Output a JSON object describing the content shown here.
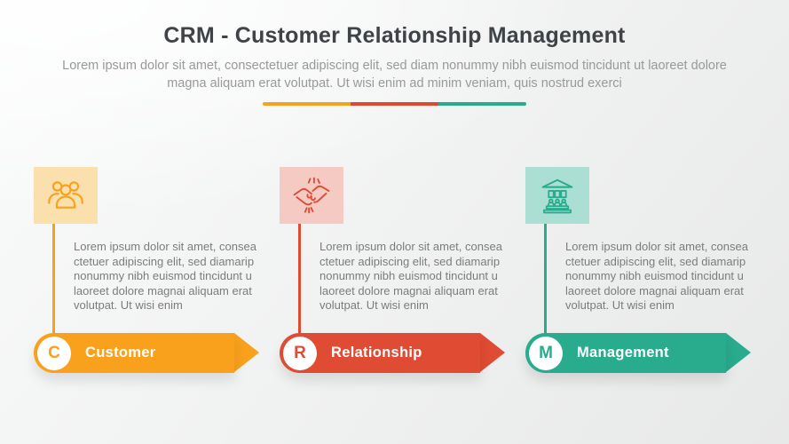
{
  "slide": {
    "title": "CRM - Customer Relationship Management",
    "subtitle": "Lorem ipsum dolor sit amet, consectetuer adipiscing elit, sed diam nonummy nibh euismod tincidunt ut laoreet dolore magna aliquam erat volutpat. Ut wisi enim ad minim veniam, quis nostrud exerci",
    "divider_colors": [
      "#F5A31C",
      "#E0492F",
      "#2BAB8E"
    ]
  },
  "columns": [
    {
      "id": "customer",
      "icon": "people-group-icon",
      "description": "Lorem ipsum dolor sit amet, consea ctetuer adipiscing elit, sed diamarip nonummy nibh euismod tincidunt u laoreet dolore magnai aliquam erat volutpat. Ut wisi enim",
      "badge_letter": "C",
      "label": "Customer",
      "accent_color": "#F9A11C",
      "tint_color": "#FAE0AD"
    },
    {
      "id": "relationship",
      "icon": "handshake-icon",
      "description": "Lorem ipsum dolor sit amet, consea ctetuer adipiscing elit, sed diamarip nonummy nibh euismod tincidunt u laoreet dolore magnai aliquam erat volutpat. Ut wisi enim",
      "badge_letter": "R",
      "label": "Relationship",
      "accent_color": "#E04B33",
      "tint_color": "#F4CAC3"
    },
    {
      "id": "management",
      "icon": "institution-building-icon",
      "description": "Lorem ipsum dolor sit amet, consea ctetuer adipiscing elit, sed diamarip nonummy nibh euismod tincidunt u laoreet dolore magnai aliquam erat volutpat. Ut wisi enim",
      "badge_letter": "M",
      "label": "Management",
      "accent_color": "#29AB8E",
      "tint_color": "#ACDFD3"
    }
  ]
}
